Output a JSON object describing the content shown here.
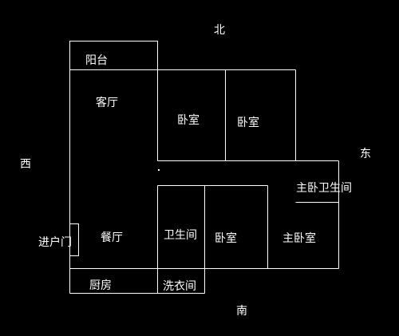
{
  "compass": {
    "north": "北",
    "south": "南",
    "east": "东",
    "west": "西"
  },
  "rooms": {
    "balcony": "阳台",
    "living_room": "客厅",
    "bedroom_1": "卧室",
    "bedroom_2": "卧室",
    "master_bathroom": "主卧卫生间",
    "entrance": "进户门",
    "dining_room": "餐厅",
    "bathroom": "卫生间",
    "bedroom_3": "卧室",
    "master_bedroom": "主卧室",
    "kitchen": "厨房",
    "laundry": "洗衣间"
  },
  "colors": {
    "background": "#000000",
    "lines": "#ffffff",
    "text": "#ffffff"
  }
}
